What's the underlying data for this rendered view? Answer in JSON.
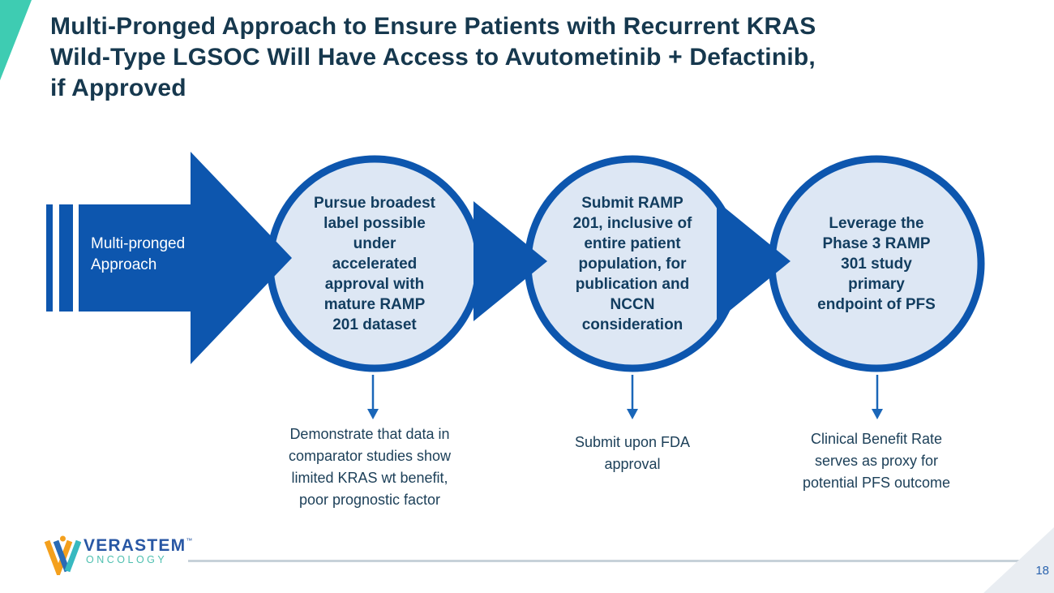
{
  "slide": {
    "title": "Multi-Pronged Approach to Ensure Patients with Recurrent KRAS\nWild-Type LGSOC Will Have Access to Avutometinib + Defactinib,\nif Approved",
    "page_number": "18"
  },
  "diagram": {
    "arrow_label": "Multi-pronged\nApproach",
    "steps": [
      {
        "circle_text": "Pursue broadest\nlabel possible\nunder\naccelerated\napproval with\nmature RAMP\n201 dataset",
        "note": "Demonstrate that data in\ncomparator studies show\nlimited KRAS wt benefit,\npoor prognostic factor"
      },
      {
        "circle_text": "Submit RAMP\n201, inclusive of\nentire patient\npopulation, for\npublication and\nNCCN\nconsideration",
        "note": "Submit upon FDA\napproval"
      },
      {
        "circle_text": "Leverage the\nPhase 3 RAMP\n301 study\nprimary\nendpoint of PFS",
        "note": "Clinical Benefit Rate\nserves as proxy for\npotential PFS outcome"
      }
    ]
  },
  "footer": {
    "brand": "VERASTEM",
    "trademark": "™",
    "division": "ONCOLOGY"
  },
  "colors": {
    "primary_blue": "#0d56ae",
    "circle_fill": "#dde7f4",
    "title_navy": "#16384e",
    "circle_text_navy": "#123d5f",
    "note_navy": "#1d4059",
    "down_arrow_blue": "#1a66b8",
    "accent_teal": "#3eccb2",
    "logo_blue": "#2857a4",
    "logo_teal": "#4fc0b0",
    "logo_orange": "#f4a01d",
    "divider_gray": "#c7d1d9",
    "corner_wedge_gray": "#e9edf2",
    "page_number_blue": "#2a63ae"
  }
}
